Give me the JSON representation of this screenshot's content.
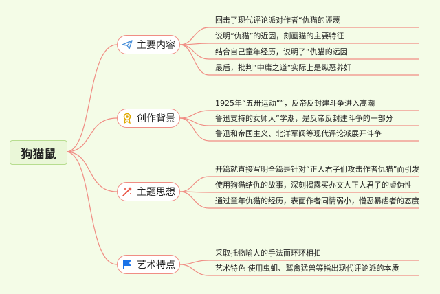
{
  "root": {
    "label": "狗猫鼠"
  },
  "colors": {
    "background": "#f4fce7",
    "link": "#f08d84",
    "root_fill": "#eaf7d8",
    "root_border": "#b7dd8f"
  },
  "topics": [
    {
      "label": "主要内容",
      "icon": "paper-plane-icon",
      "items": [
        "回击了现代评论派对作者“仇猫的诬蔑",
        "说明“仇猫”的近因，刻画猫的主要特征",
        "结合自己童年经历，说明了“仇猫的远因",
        "最后，批判“中庸之道”实际上是纵恶养奸"
      ]
    },
    {
      "label": "创作背景",
      "icon": "medal-icon",
      "items": [
        "1925年“五卅运动””，反帝反封建斗争进入高潮",
        "鲁迅支持的女师大”学潮，是反帝反封建斗争的一部分",
        "鲁迅和帝国主义、北洋军阀等现代评论派展开斗争"
      ]
    },
    {
      "label": "主题思想",
      "icon": "sparkle-wand-icon",
      "items": [
        "开篇就直接写明全篇是针对“正人君子们攻击作者仇猫”而引发",
        "使用狗猫结仇的故事，深刻揭露买办文人正人君子的虚伪性",
        "通过童年仇猫的经历，表面作者同情弱小，憎恶暴虐者的态度"
      ]
    },
    {
      "label": "艺术特点",
      "icon": "flag-icon",
      "items": [
        "采取托物喻人的手法而环环相扣",
        "艺术特色 使用虫蛆、鹫禽猛兽等指出现代评论派的本质"
      ]
    }
  ]
}
